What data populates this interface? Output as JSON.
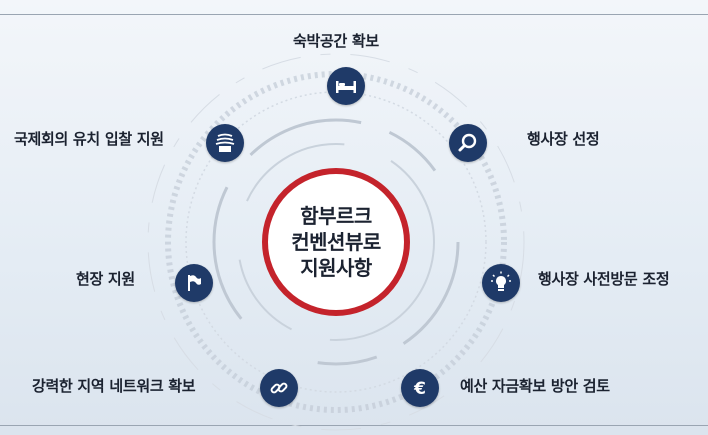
{
  "center": {
    "line1": "함부르크",
    "line2": "컨벤션뷰로",
    "line3": "지원사항"
  },
  "items": [
    {
      "label": "숙박공간 확보",
      "icon": "bed-icon"
    },
    {
      "label": "국제회의 유치 입찰 지원",
      "icon": "podium-icon"
    },
    {
      "label": "행사장 선정",
      "icon": "search-icon"
    },
    {
      "label": "현장 지원",
      "icon": "flag-icon"
    },
    {
      "label": "행사장 사전방문 조정",
      "icon": "lightbulb-icon"
    },
    {
      "label": "강력한 지역 네트워크 확보",
      "icon": "link-icon"
    },
    {
      "label": "예산 자금확보 방안 검토",
      "icon": "euro-icon"
    }
  ],
  "colors": {
    "accent": "#c4232b",
    "icon_bg": "#1f3a68",
    "text": "#1b2230"
  }
}
